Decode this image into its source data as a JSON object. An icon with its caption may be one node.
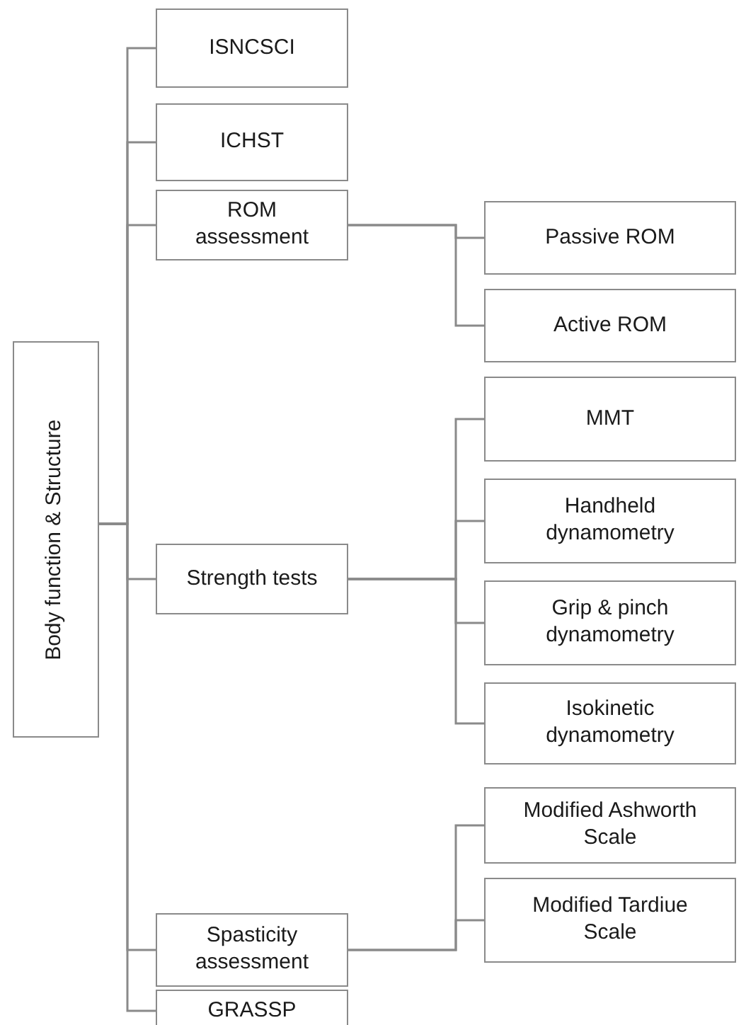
{
  "diagram": {
    "nodes": [
      {
        "text": [
          "Body function & Structure"
        ]
      },
      {
        "text": [
          "ISNCSCI"
        ]
      },
      {
        "text": [
          "ICHST"
        ]
      },
      {
        "text": [
          "ROM assessment"
        ]
      },
      {
        "text": [
          "Passive ROM"
        ]
      },
      {
        "text": [
          "Active ROM"
        ]
      },
      {
        "text": [
          "Strength tests"
        ]
      },
      {
        "text": [
          "MMT"
        ]
      },
      {
        "text": [
          "Handheld dynamometry"
        ]
      },
      {
        "text": [
          "Grip & pinch dynamometry"
        ]
      },
      {
        "text": [
          "Isokinetic dynamometry"
        ]
      },
      {
        "text": [
          "Spasticity assessment"
        ]
      },
      {
        "text": [
          "Modified Ashworth Scale"
        ]
      },
      {
        "text": [
          "Modified Tardiue Scale"
        ]
      },
      {
        "text": [
          "GRASSP"
        ]
      }
    ],
    "edges": [
      {
        "from": 0,
        "to": 1,
        "arrow": "none"
      },
      {
        "from": 0,
        "to": 2,
        "arrow": "none"
      },
      {
        "from": 0,
        "to": 3,
        "arrow": "none"
      },
      {
        "from": 3,
        "to": 4,
        "arrow": "none"
      },
      {
        "from": 3,
        "to": 5,
        "arrow": "none"
      },
      {
        "from": 0,
        "to": 6,
        "arrow": "none"
      },
      {
        "from": 6,
        "to": 7,
        "arrow": "none"
      },
      {
        "from": 6,
        "to": 8,
        "arrow": "none"
      },
      {
        "from": 6,
        "to": 9,
        "arrow": "none"
      },
      {
        "from": 6,
        "to": 10,
        "arrow": "none"
      },
      {
        "from": 0,
        "to": 11,
        "arrow": "none"
      },
      {
        "from": 11,
        "to": 12,
        "arrow": "none"
      },
      {
        "from": 11,
        "to": 13,
        "arrow": "none"
      },
      {
        "from": 0,
        "to": 14,
        "arrow": "none"
      }
    ]
  }
}
